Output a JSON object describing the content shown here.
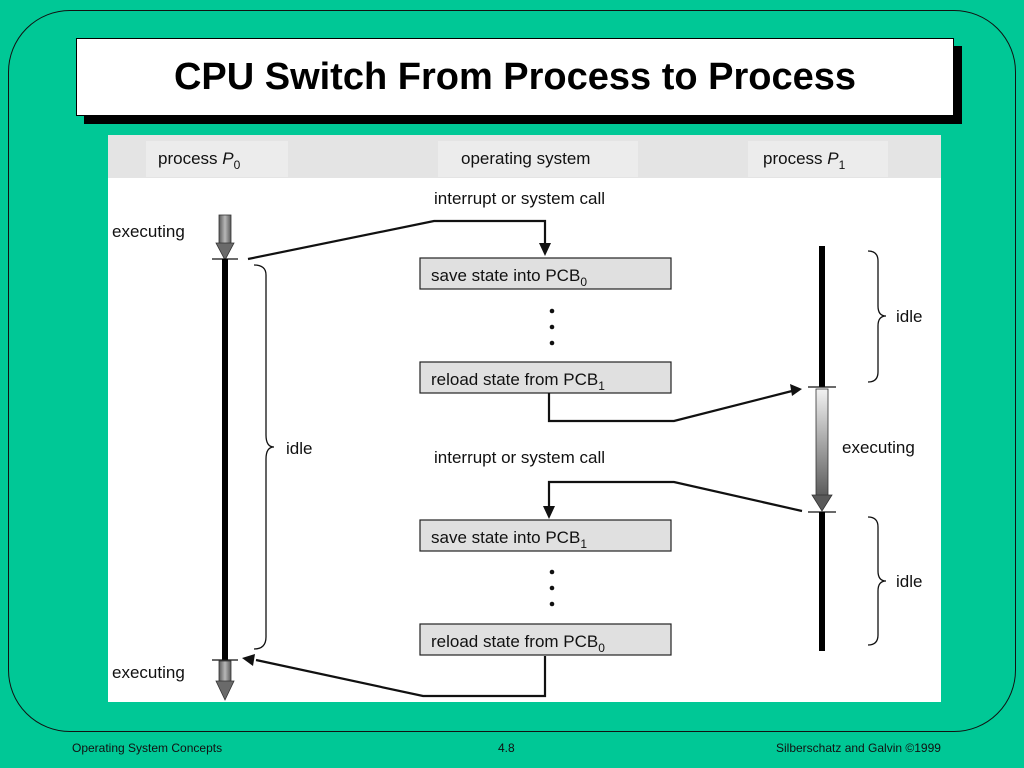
{
  "slide": {
    "title": "CPU Switch From Process to Process"
  },
  "diagram": {
    "columns": {
      "p0_word": "process",
      "p0_sym": "P",
      "p0_sub": "0",
      "os": "operating system",
      "p1_word": "process",
      "p1_sym": "P",
      "p1_sub": "1"
    },
    "labels": {
      "interrupt_1": "interrupt or system call",
      "interrupt_2": "interrupt or system call",
      "p0_executing_top": "executing",
      "p0_executing_bottom": "executing",
      "p0_idle": "idle",
      "p1_idle_top": "idle",
      "p1_executing": "executing",
      "p1_idle_bottom": "idle"
    },
    "boxes": [
      {
        "text": "save state into PCB",
        "sub": "0"
      },
      {
        "text": "reload state from PCB",
        "sub": "1"
      },
      {
        "text": "save state into PCB",
        "sub": "1"
      },
      {
        "text": "reload state from PCB",
        "sub": "0"
      }
    ],
    "colors": {
      "header_band": "#e4e4e4",
      "box_fill": "#e0e0e0",
      "line": "#111111"
    }
  },
  "footer": {
    "left": "Operating System Concepts",
    "center": "4.8",
    "right": "Silberschatz and Galvin ©1999"
  }
}
